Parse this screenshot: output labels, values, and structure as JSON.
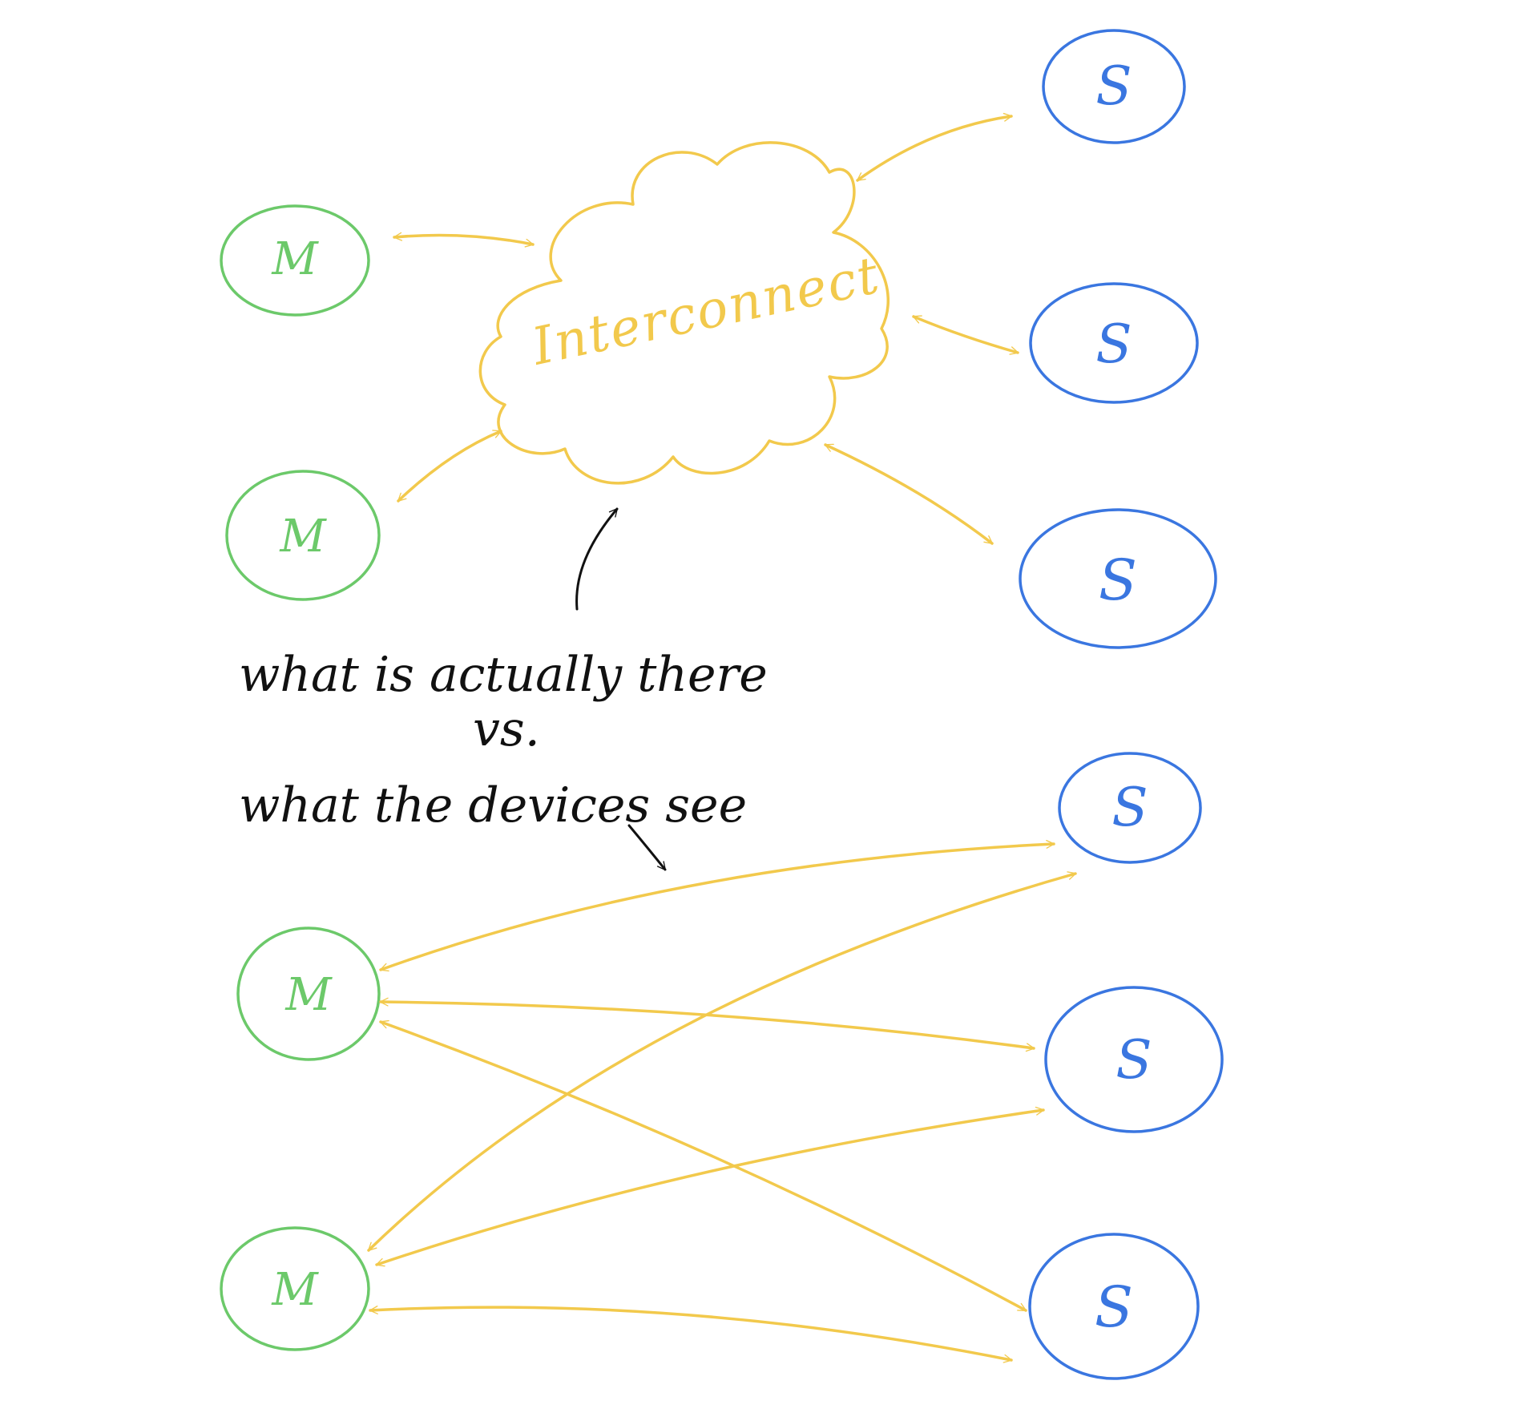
{
  "colors": {
    "master": "#6cc96a",
    "slave": "#3a76e0",
    "link": "#f2c94c",
    "text": "#111111"
  },
  "cloud": {
    "label": "Interconnect"
  },
  "nodes": {
    "master_letter": "M",
    "slave_letter": "S"
  },
  "annotation": {
    "line1": "what is actually there",
    "line2": "vs.",
    "line3": "what the devices see"
  }
}
